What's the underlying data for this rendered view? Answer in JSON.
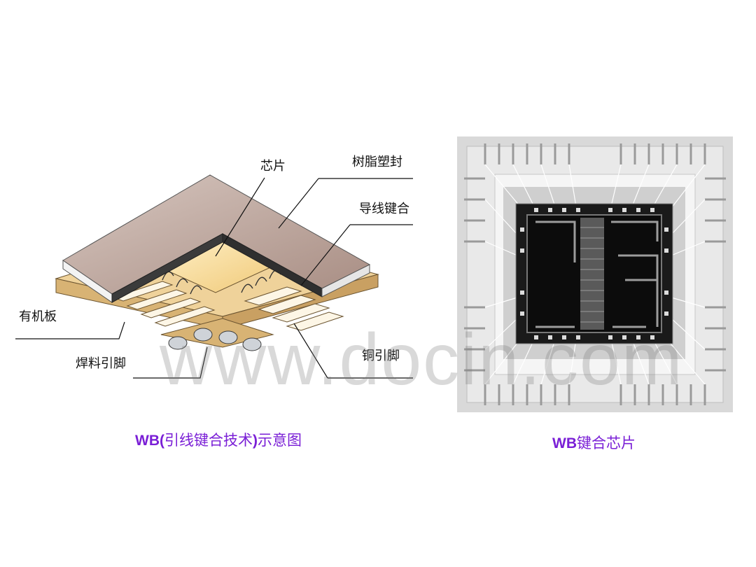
{
  "left_diagram": {
    "labels": {
      "chip": "芯片",
      "resin": "树脂塑封",
      "wire_bond": "导线键合",
      "substrate": "有机板",
      "solder": "焊料引脚",
      "copper": "铜引脚"
    },
    "caption": {
      "bold": "WB(",
      "rest": "引线键合技术",
      "bold2": ")",
      "rest2": "示意图"
    }
  },
  "right_photo": {
    "caption": {
      "bold": "WB",
      "rest": "键合芯片"
    }
  },
  "watermark": "www.docin.com",
  "colors": {
    "caption": "#7a1fd6",
    "resin": "#b89e94",
    "chip": "#f6d89a",
    "substrate": "#e9c98e",
    "die_dark": "#1a1a1a"
  }
}
